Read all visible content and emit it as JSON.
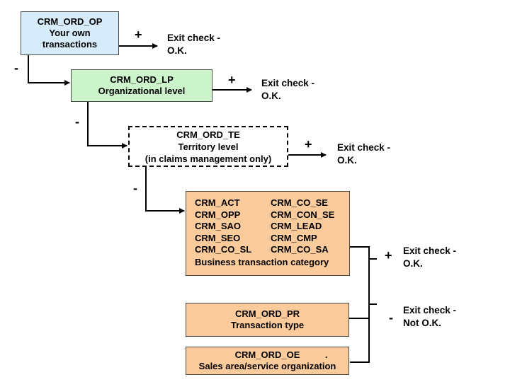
{
  "nodes": {
    "ord_op": {
      "title": "CRM_ORD_OP",
      "lines": [
        "Your own",
        "transactions"
      ],
      "color": "#d6ecfb"
    },
    "ord_lp": {
      "title": "CRM_ORD_LP",
      "lines": [
        "Organizational level"
      ],
      "color": "#ccf5cc"
    },
    "ord_te": {
      "title": "CRM_ORD_TE",
      "lines": [
        "Territory level",
        "(in claims management only)"
      ],
      "color": "#ffffff"
    },
    "category": {
      "left_column": [
        "CRM_ACT",
        "CRM_OPP",
        "CRM_SAO",
        "CRM_SEO",
        "CRM_CO_SL"
      ],
      "right_column": [
        "CRM_CO_SE",
        "CRM_CON_SE",
        "CRM_LEAD",
        "CRM_CMP",
        "CRM_CO_SA"
      ],
      "footer": "Business transaction category",
      "color": "#fbcb9c"
    },
    "ord_pr": {
      "title": "CRM_ORD_PR",
      "lines": [
        "Transaction type"
      ],
      "color": "#fbcb9c"
    },
    "ord_oe": {
      "title": "CRM_ORD_OE",
      "title_suffix": ".",
      "lines": [
        "Sales area/service organization"
      ],
      "color": "#fbcb9c"
    }
  },
  "symbols": {
    "plus": "+",
    "minus": "-"
  },
  "exits": [
    {
      "line1": "Exit check -",
      "line2": "O.K."
    },
    {
      "line1": "Exit check -",
      "line2": "O.K."
    },
    {
      "line1": "Exit check -",
      "line2": "O.K."
    },
    {
      "line1": "Exit check -",
      "line2": "O.K."
    },
    {
      "line1": "Exit check -",
      "line2": "Not O.K."
    }
  ]
}
